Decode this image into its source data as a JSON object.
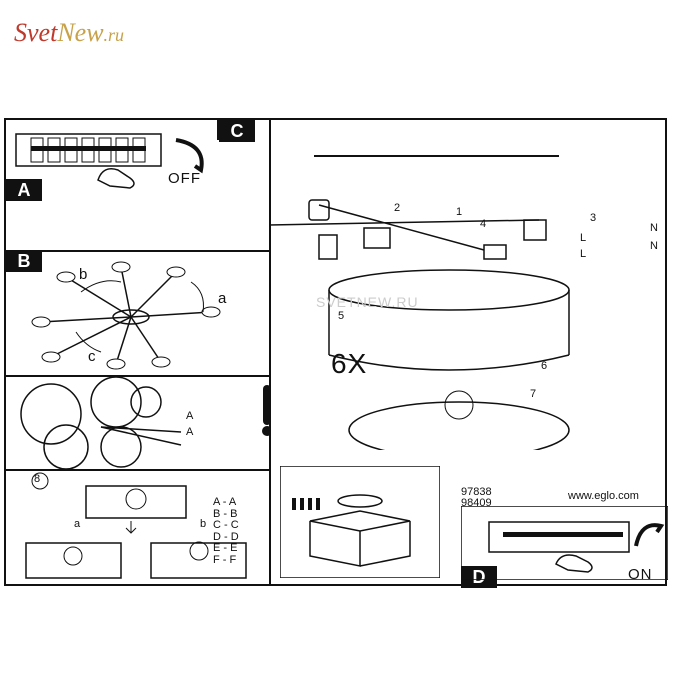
{
  "logo": {
    "part1": "Svet",
    "part2": "New",
    "part3": ".ru"
  },
  "watermark": "SVETNEW.RU",
  "panels": {
    "a": {
      "badge": "A",
      "action": "OFF"
    },
    "b": {
      "badge": "B",
      "arrow_a": "a",
      "arrow_b": "b",
      "arrow_c": "c"
    },
    "c": {
      "badge": "C",
      "count": "6X",
      "steps": [
        "1",
        "2",
        "3",
        "4",
        "5",
        "6",
        "7"
      ],
      "wire_labels": [
        "L",
        "N",
        "L",
        "N"
      ]
    },
    "d": {
      "badge": "D",
      "action": "ON"
    }
  },
  "mapping": [
    "A - A",
    "B - B",
    "C - C",
    "D - D",
    "E - E",
    "F - F"
  ],
  "mapping_arrows": [
    "A",
    "A"
  ],
  "step8": {
    "num": "8",
    "opt_a": "a",
    "opt_b": "b"
  },
  "codes": [
    "97838",
    "98409"
  ],
  "website": "www.eglo.com"
}
